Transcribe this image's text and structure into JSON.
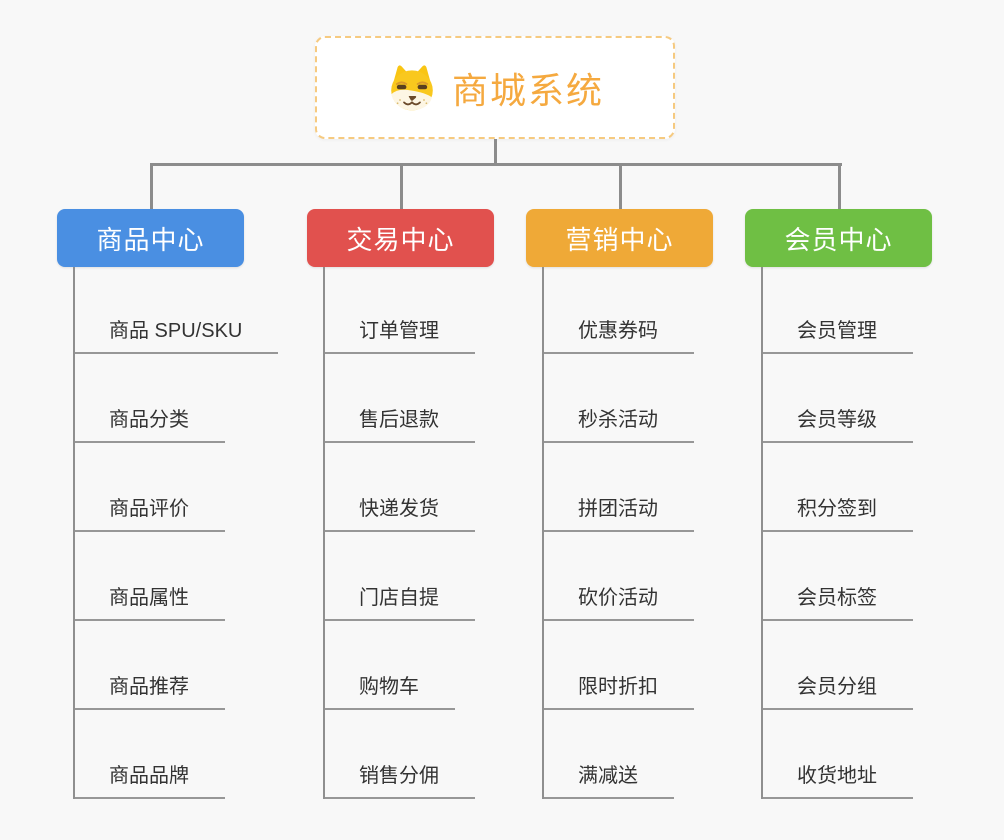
{
  "root": {
    "title": "商城系统",
    "icon": "dog-face-icon",
    "text_color": "#f5a93f",
    "border_color": "#f6ca80"
  },
  "colors": {
    "background": "#f8f8f8",
    "connector": "#8c8c8c",
    "item_underline": "#979797",
    "item_text": "#333333"
  },
  "branches": [
    {
      "label": "商品中心",
      "color": "#4a8fe2",
      "items": [
        "商品 SPU/SKU",
        "商品分类",
        "商品评价",
        "商品属性",
        "商品推荐",
        "商品品牌"
      ]
    },
    {
      "label": "交易中心",
      "color": "#e1514e",
      "items": [
        "订单管理",
        "售后退款",
        "快递发货",
        "门店自提",
        "购物车",
        "销售分佣"
      ]
    },
    {
      "label": "营销中心",
      "color": "#efa937",
      "items": [
        "优惠券码",
        "秒杀活动",
        "拼团活动",
        "砍价活动",
        "限时折扣",
        "满减送"
      ]
    },
    {
      "label": "会员中心",
      "color": "#6fbf44",
      "items": [
        "会员管理",
        "会员等级",
        "积分签到",
        "会员标签",
        "会员分组",
        "收货地址"
      ]
    }
  ]
}
